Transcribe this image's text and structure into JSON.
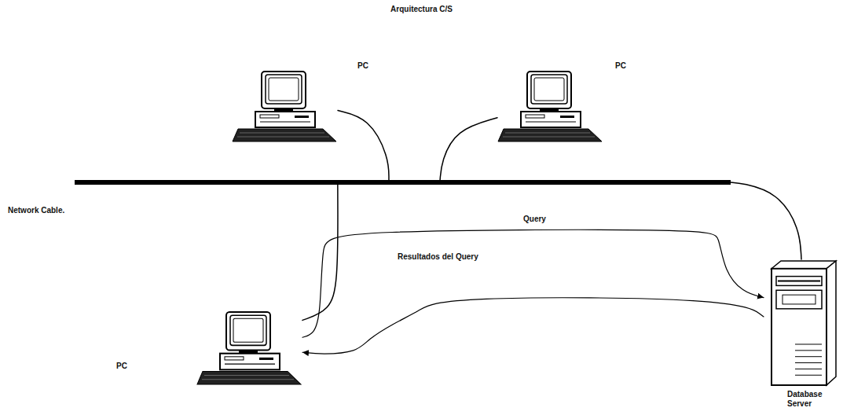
{
  "diagram": {
    "title": "Arquitectura C/S",
    "nodes": [
      {
        "text": [
          "PC"
        ]
      },
      {
        "text": [
          "PC"
        ]
      },
      {
        "text": [
          "Network Cable."
        ]
      },
      {
        "text": [
          "PC"
        ]
      },
      {
        "text": [
          "Database Server"
        ]
      }
    ],
    "edges": [
      {
        "from": 0,
        "to": 2,
        "arrow": "none"
      },
      {
        "from": 1,
        "to": 2,
        "arrow": "none"
      },
      {
        "from": 3,
        "to": 2,
        "arrow": "none"
      },
      {
        "from": 4,
        "to": 2,
        "arrow": "none"
      },
      {
        "from": 3,
        "to": 4,
        "label": "Query",
        "arrow": "to"
      },
      {
        "from": 4,
        "to": 3,
        "label": "Resultados del Query",
        "arrow": "to"
      }
    ]
  }
}
